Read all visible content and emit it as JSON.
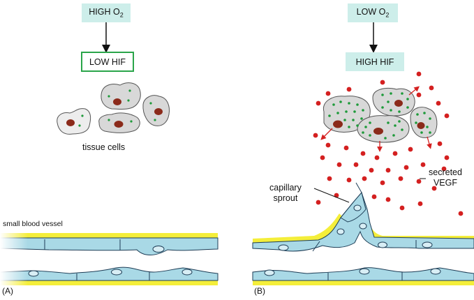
{
  "panel_a": {
    "high_o2": "HIGH O2",
    "low_hif": "LOW HIF",
    "tissue_cells": "tissue cells",
    "vessel": "small blood vessel",
    "letter": "(A)"
  },
  "panel_b": {
    "low_o2": "LOW O2",
    "high_hif": "HIGH HIF",
    "capillary_line1": "capillary",
    "capillary_line2": "sprout",
    "secreted_line1": "secreted",
    "secreted_line2": "VEGF",
    "letter": "(B)"
  },
  "colors": {
    "box_fill": "#cdeeea",
    "box_border_green": "#2aa54a",
    "cell_fill": "#d8d8d8",
    "nucleus": "#8b2a1a",
    "hif_dot": "#1e9a3a",
    "vegf_dot": "#d42020",
    "vessel_yellow": "#f4ee3a",
    "endothelial": "#a9d9e6"
  }
}
